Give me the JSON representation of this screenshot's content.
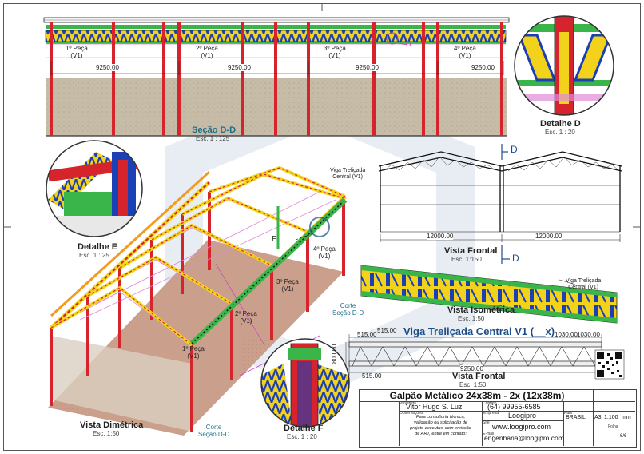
{
  "secao_dd": {
    "title": "Seção D-D",
    "scale": "Esc. 1 : 125",
    "pieces": [
      "1º Peça\n(V1)",
      "2º Peça\n(V1)",
      "3º Peça\n(V1)",
      "4º Peça\n(V1)"
    ],
    "dims": [
      "9250.00",
      "9250.00",
      "9250.00",
      "9250.00"
    ],
    "marker": "D"
  },
  "detalhe_d": {
    "title": "Detalhe D",
    "scale": "Esc. 1 : 20"
  },
  "detalhe_e": {
    "title": "Detalhe E",
    "scale": "Esc. 1 : 25"
  },
  "detalhe_f": {
    "title": "Detalhe F",
    "scale": "Esc. 1 : 20"
  },
  "dimetrica": {
    "title": "Vista Dimétrica",
    "scale": "Esc. 1:50",
    "viga_label": "Viga Treliçada\nCentral (V1)",
    "pieces": [
      "1º Peça\n(V1)",
      "2º Peça\n(V1)",
      "3º Peça\n(V1)",
      "4º Peça\n(V1)"
    ],
    "corte1": "Corte\nSeção D-D",
    "corte2": "Corte\nSeção D-D",
    "e_marker": "E"
  },
  "frontal": {
    "title": "Vista Frontal",
    "scale": "Esc. 1:150",
    "dims": [
      "12000.00",
      "12000.00"
    ],
    "marker_top": "D",
    "marker_bottom": "D"
  },
  "isometrica": {
    "title": "Vista Isométrica",
    "scale": "Esc. 1:50",
    "label": "Viga Treliçada\nCentral (V1)"
  },
  "viga": {
    "title": "Viga Treliçada Central V1 (__x)",
    "frontal_title": "Vista Frontal",
    "scale": "Esc. 1:50",
    "dims_left": [
      "515.00",
      "515.00",
      "515.00"
    ],
    "dims_right": [
      "1030.00",
      "1030.00"
    ],
    "height": "800.00",
    "length": "9250.00"
  },
  "title_block": {
    "title": "Galpão Metálico 24x38m - 2x (12x38m)",
    "author_label": "Projetista",
    "author": "Vitor Hugo S. Luz",
    "phone_label": "Contato",
    "phone": "(64) 99955-6585",
    "company_label": "Empresa",
    "company": "Loogipro",
    "site_label": "Site",
    "site": "www.loogipro.com",
    "email_label": "E-mail",
    "email": "engenharia@loogipro.com",
    "obs_label": "Observações",
    "obs": "Para consultoria técnica,\nvalidação ou solicitação de\nprojeto executivo com emissão\nde ART, entre em contato:",
    "country_label": "País",
    "country": "BRASIL",
    "paper": "A3",
    "scale": "1:100",
    "unit": "mm",
    "sheet_label": "Folha",
    "sheet": "6/6"
  },
  "colors": {
    "column": "#d6242c",
    "truss_yellow": "#f2d21b",
    "truss_blue": "#1b3fb5",
    "beam_green": "#3ab54a",
    "pink": "#e08ad8",
    "floor": "#c9a28e",
    "teal_label": "#1e6e8a"
  }
}
